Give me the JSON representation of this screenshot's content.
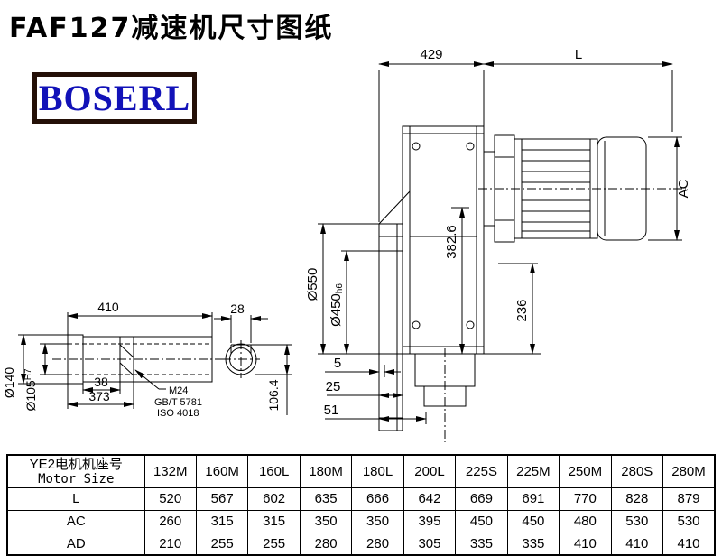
{
  "page": {
    "title": "FAF127减速机尺寸图纸",
    "logo_text": "BOSERL"
  },
  "main_view": {
    "dim_top_left": "429",
    "dim_top_right": "L",
    "dim_motor_height": "AC",
    "dim_inner_height": "382.6",
    "dim_flange_od": "Ø550",
    "dim_spigot": "Ø450",
    "dim_spigot_tol": "h6",
    "dim_hub": "236",
    "dim_gap1": "5",
    "dim_gap2": "25",
    "dim_gap3": "51"
  },
  "shaft_view": {
    "dim_length": "410",
    "dim_key_width": "28",
    "dim_od": "Ø140",
    "dim_bore": "Ø105",
    "dim_bore_tol": "H7",
    "dim_step": "38",
    "dim_bore_depth": "373",
    "note_line1": "M24",
    "note_line2": "GB/T 5781",
    "note_line3": "ISO 4018",
    "dim_key_depth": "106.4"
  },
  "table": {
    "header_cn": "YE2电机机座号",
    "header_en": "Motor Size",
    "columns": [
      "132M",
      "160M",
      "160L",
      "180M",
      "180L",
      "200L",
      "225S",
      "225M",
      "250M",
      "280S",
      "280M"
    ],
    "rows": [
      {
        "label": "L",
        "values": [
          "520",
          "567",
          "602",
          "635",
          "666",
          "642",
          "669",
          "691",
          "770",
          "828",
          "879"
        ]
      },
      {
        "label": "AC",
        "values": [
          "260",
          "315",
          "315",
          "350",
          "350",
          "395",
          "450",
          "450",
          "480",
          "530",
          "530"
        ]
      },
      {
        "label": "AD",
        "values": [
          "210",
          "255",
          "255",
          "280",
          "280",
          "305",
          "335",
          "335",
          "410",
          "410",
          "410"
        ]
      }
    ]
  }
}
